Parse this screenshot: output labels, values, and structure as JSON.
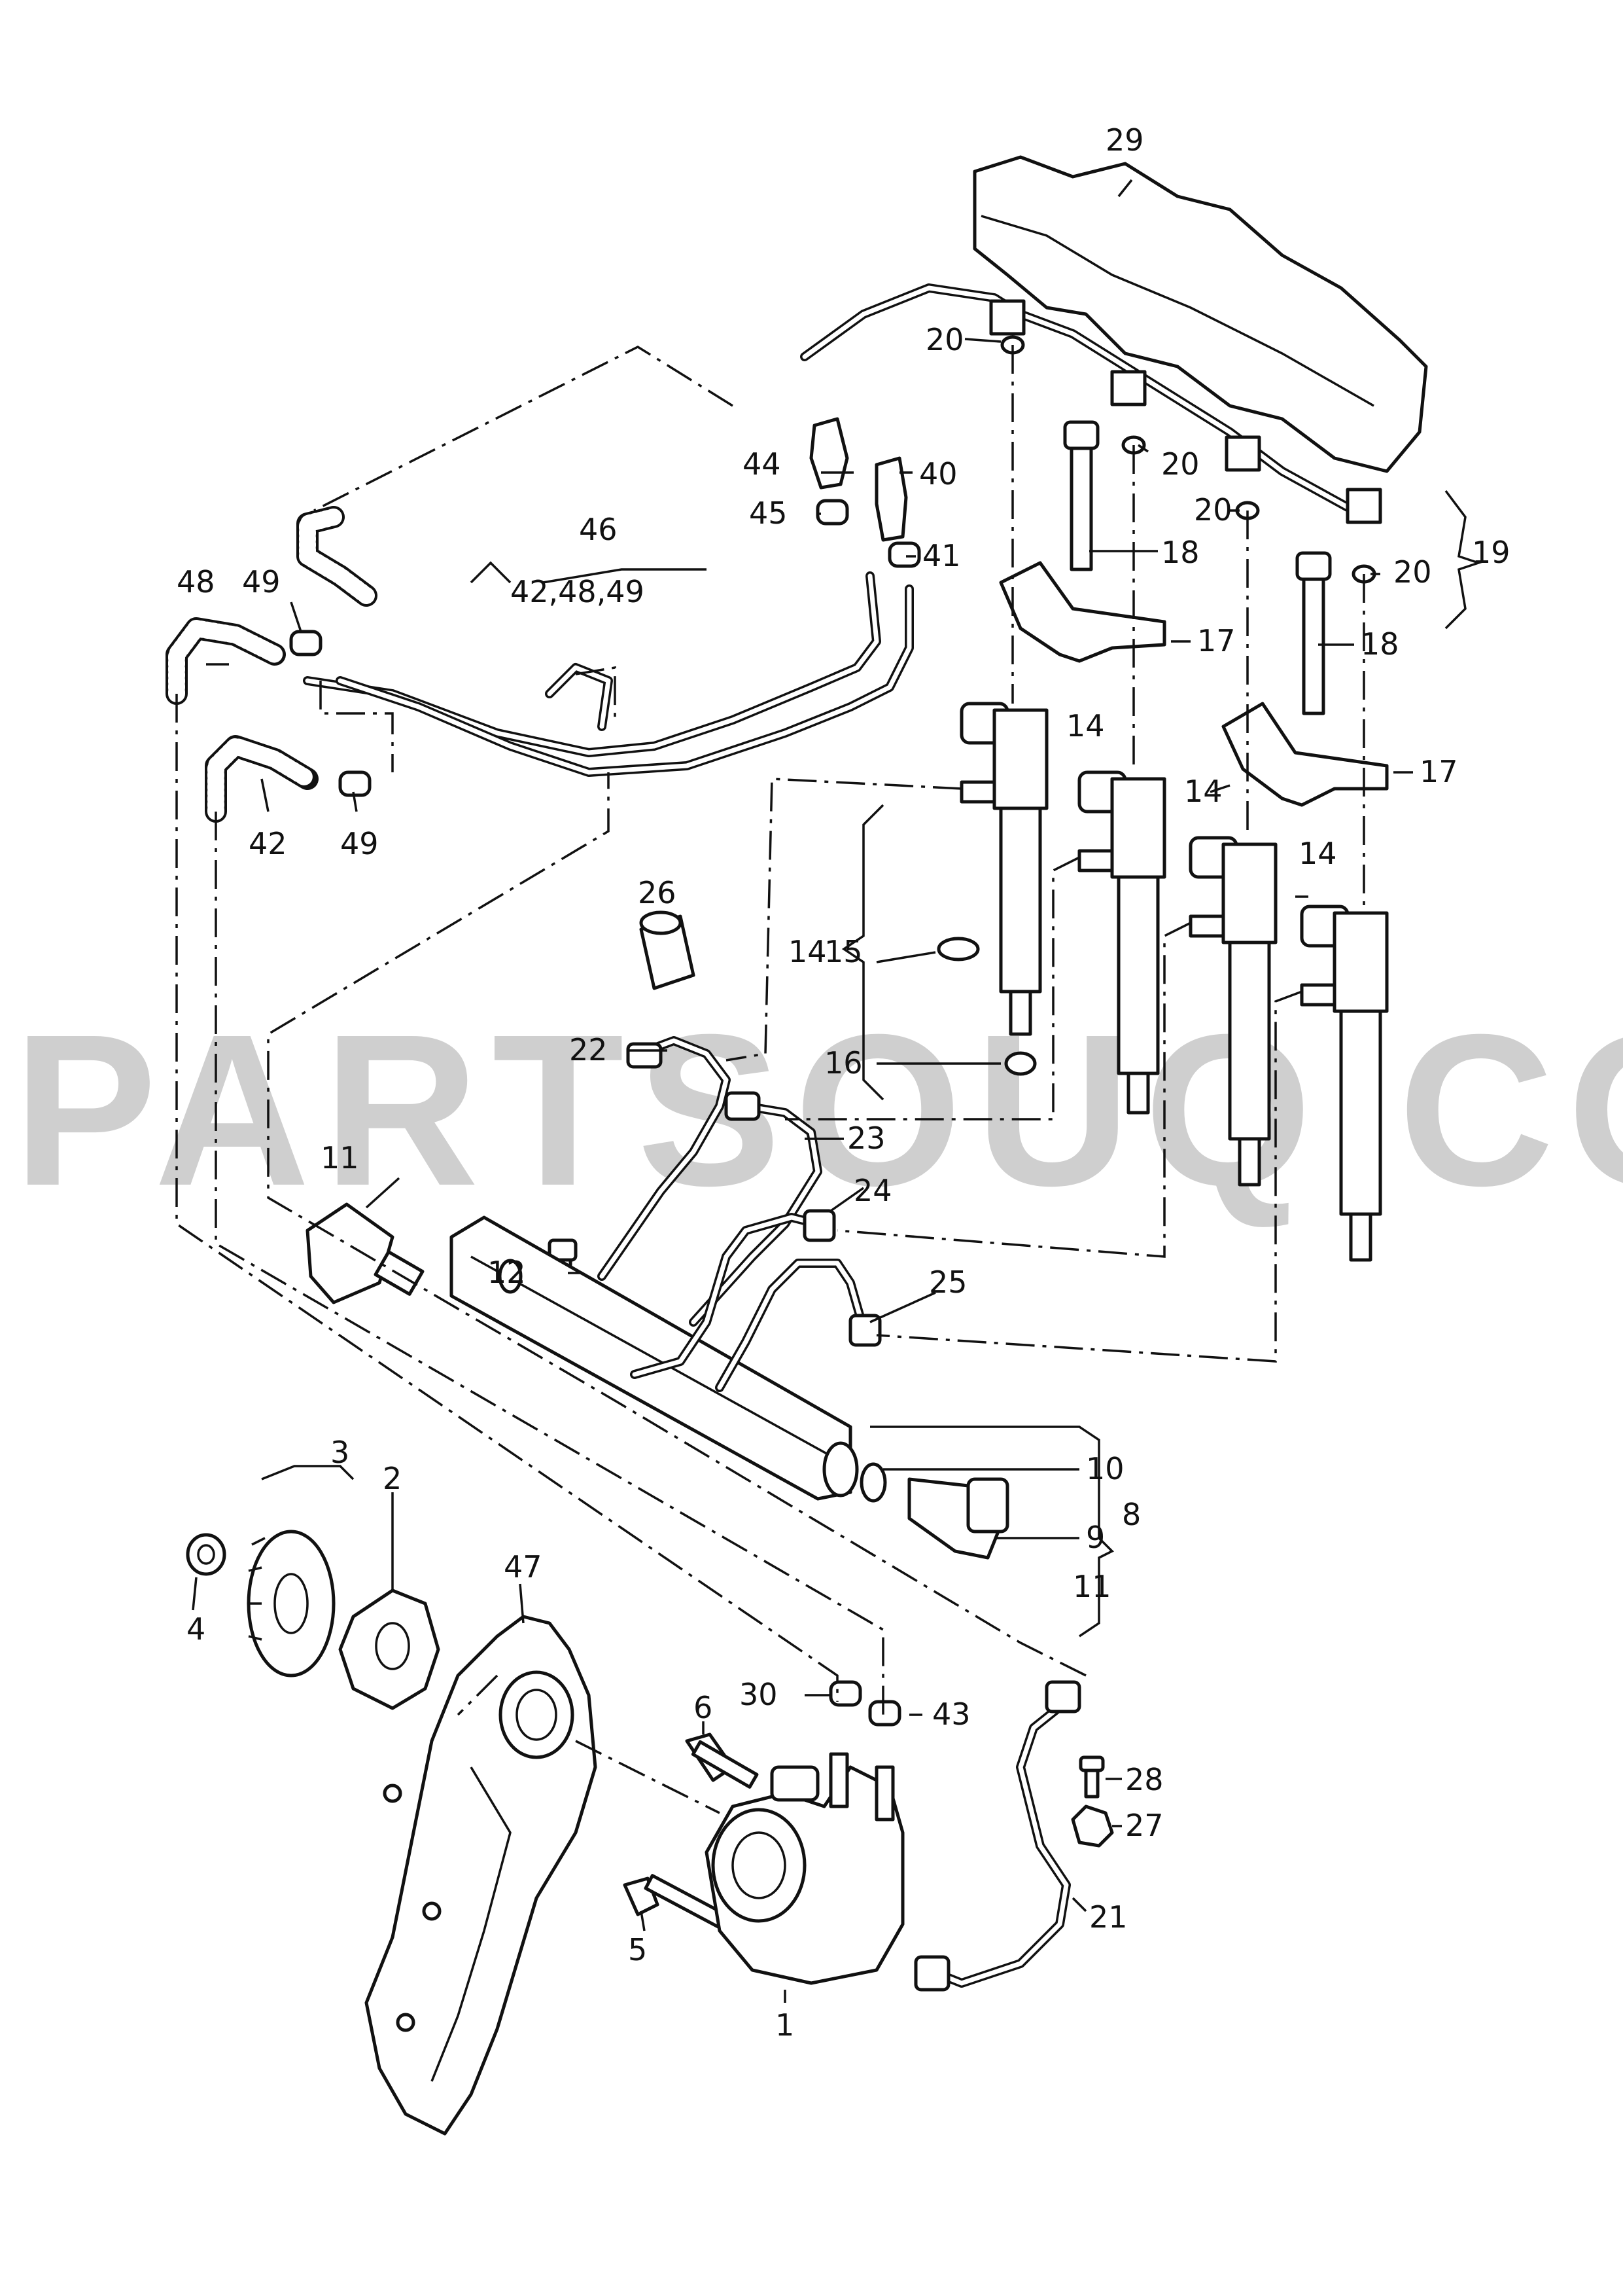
{
  "watermark": "PARTSOUQ.COM",
  "labels": {
    "l1": "1",
    "l2": "2",
    "l3": "3",
    "l4": "4",
    "l5": "5",
    "l6": "6",
    "l8": "8",
    "l9": "9",
    "l10": "10",
    "l11a": "11",
    "l11b": "11",
    "l12": "12",
    "l14a": "14",
    "l14b": "14",
    "l14c": "14",
    "l14d": "14",
    "l15": "15",
    "l16": "16",
    "l17a": "17",
    "l17b": "17",
    "l18a": "18",
    "l18b": "18",
    "l19": "19",
    "l20a": "20",
    "l20b": "20",
    "l20c": "20",
    "l20d": "20",
    "l21": "21",
    "l22": "22",
    "l23": "23",
    "l24": "24",
    "l25": "25",
    "l26": "26",
    "l27": "27",
    "l28": "28",
    "l29": "29",
    "l30": "30",
    "l40": "40",
    "l41": "41",
    "l42": "42",
    "l43": "43",
    "l44": "44",
    "l45": "45",
    "l46": "46",
    "l46sub": "42,48,49",
    "l47": "47",
    "l48": "48",
    "l49a": "49",
    "l49b": "49"
  }
}
